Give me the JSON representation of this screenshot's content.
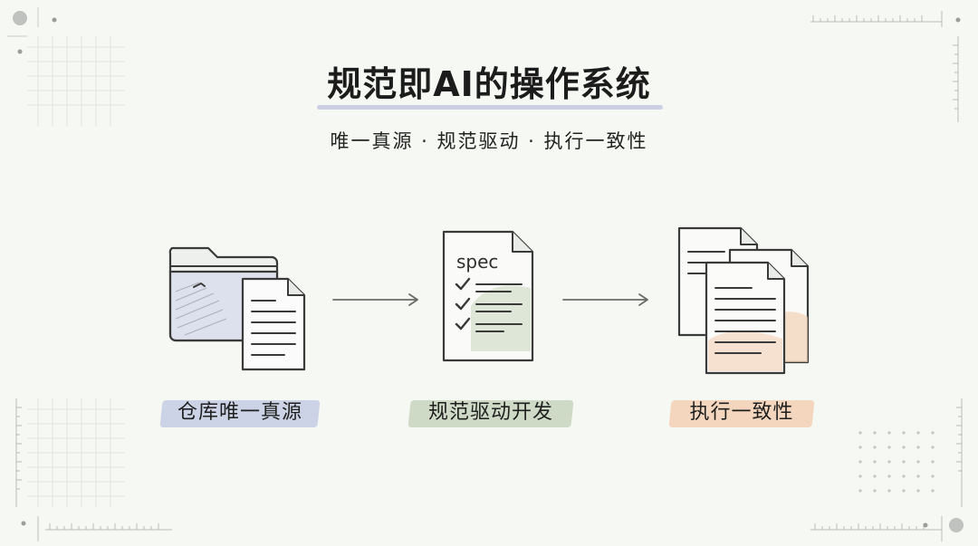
{
  "header": {
    "title": "规范即AI的操作系统",
    "subtitle": "唯一真源 · 规范驱动 · 执行一致性"
  },
  "flow": {
    "steps": [
      {
        "label": "仓库唯一真源",
        "icon": "folder-document-icon",
        "highlight_color": "#cdd3e6"
      },
      {
        "label": "规范驱动开发",
        "icon": "spec-checklist-icon",
        "highlight_color": "#cfdac6"
      },
      {
        "label": "执行一致性",
        "icon": "stacked-documents-icon",
        "highlight_color": "#f3d6bd"
      }
    ],
    "spec_icon_text": "spec"
  },
  "colors": {
    "background": "#f6f8f3",
    "ink": "#3a3a3a",
    "underline": "#c7cbe3"
  }
}
